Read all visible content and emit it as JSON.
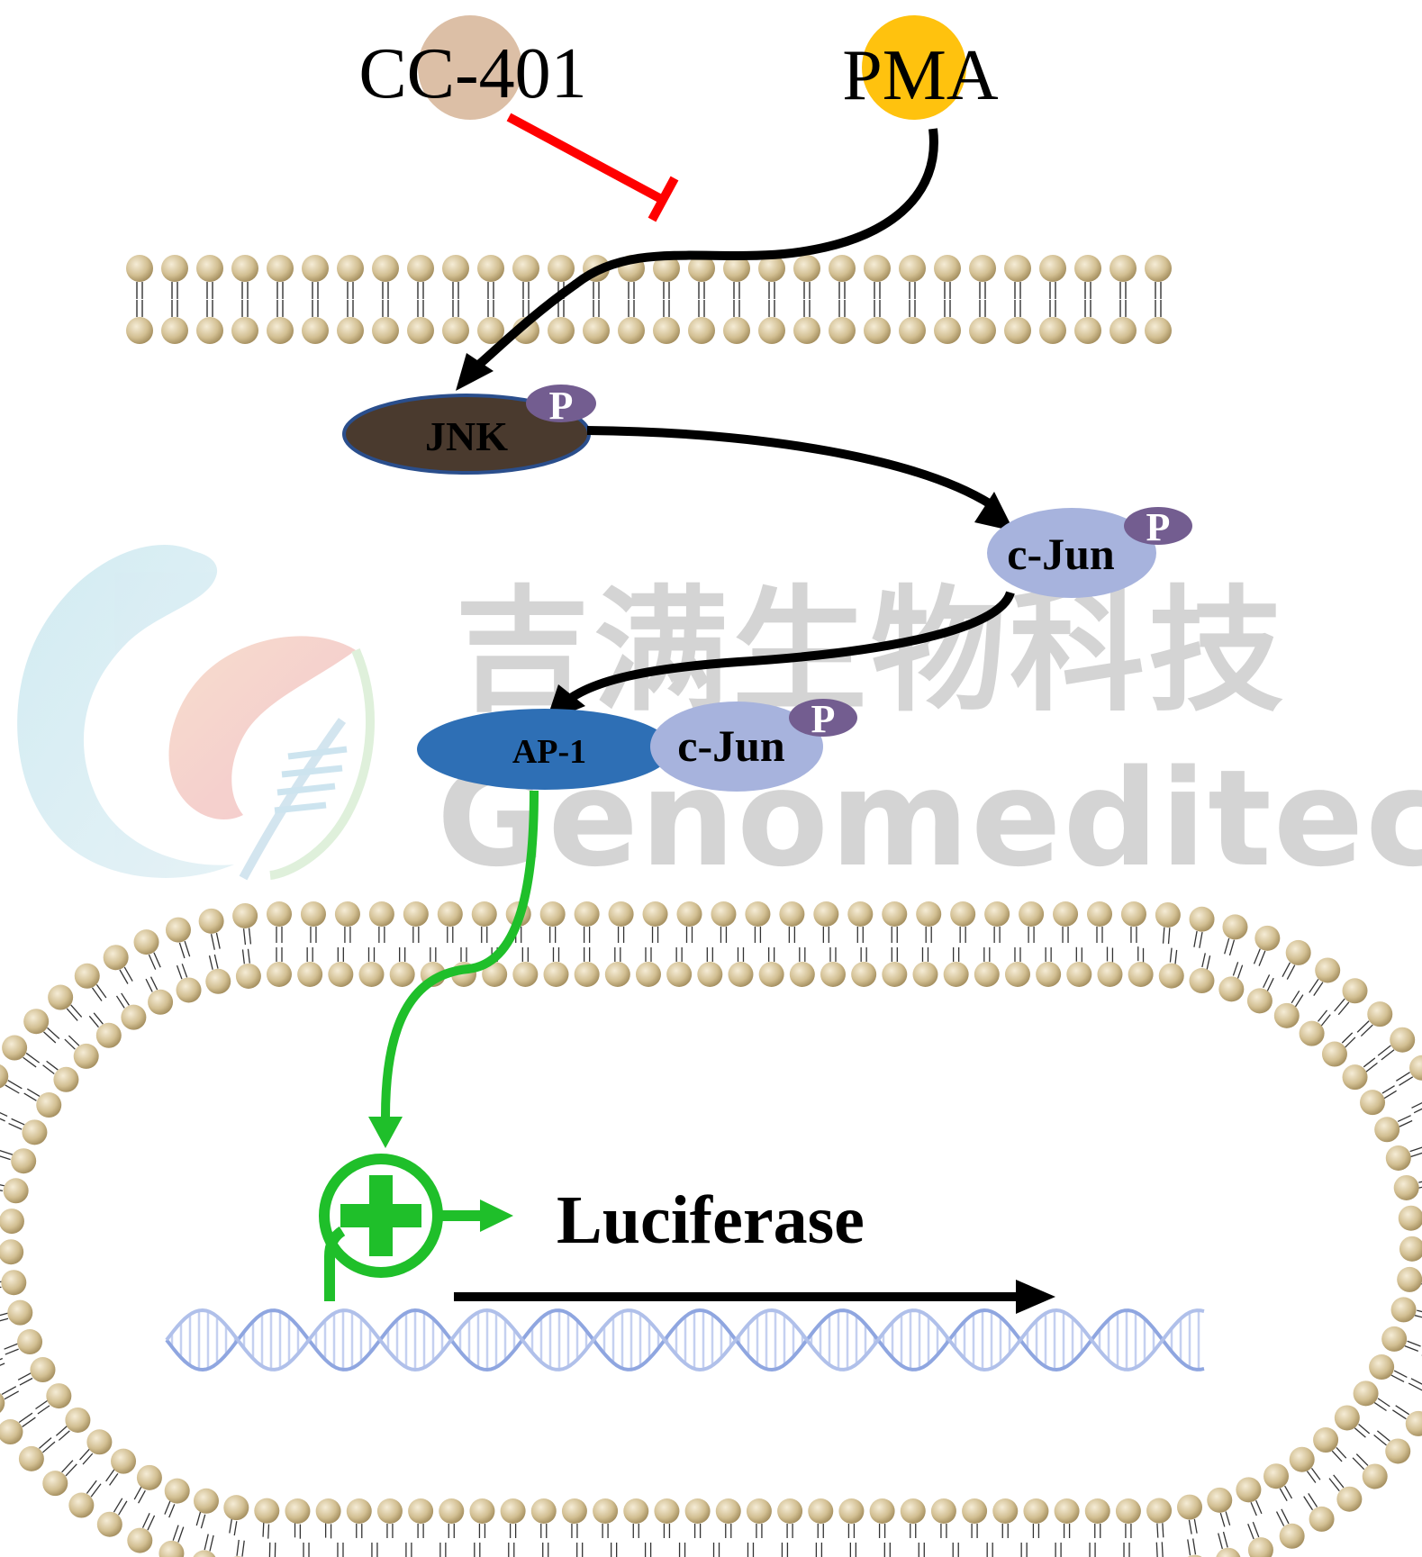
{
  "labels": {
    "inhibitor": "CC-401",
    "stimulus": "PMA",
    "kinase": "JNK",
    "substrate": "c-Jun",
    "complex_factor": "AP-1",
    "complex_partner": "c-Jun",
    "phospho": "P",
    "reporter": "Luciferase"
  },
  "watermark": {
    "chinese": "吉满生物科技",
    "english": "Genomeditech"
  },
  "colors": {
    "inhibitor_ball": "#dcbfa6",
    "stimulus_ball": "#ffc20e",
    "inhibit_line": "#ff0000",
    "activation_arrow": "#000000",
    "transcription_arrow": "#1fbf2a",
    "jnk_fill": "#4a3a2e",
    "cjun_fill": "#a7b3dd",
    "ap1_fill": "#2e6fb5",
    "phospho_fill": "#735d90",
    "lipid_head": "#c9b485",
    "dna": "#8fa6e0"
  }
}
